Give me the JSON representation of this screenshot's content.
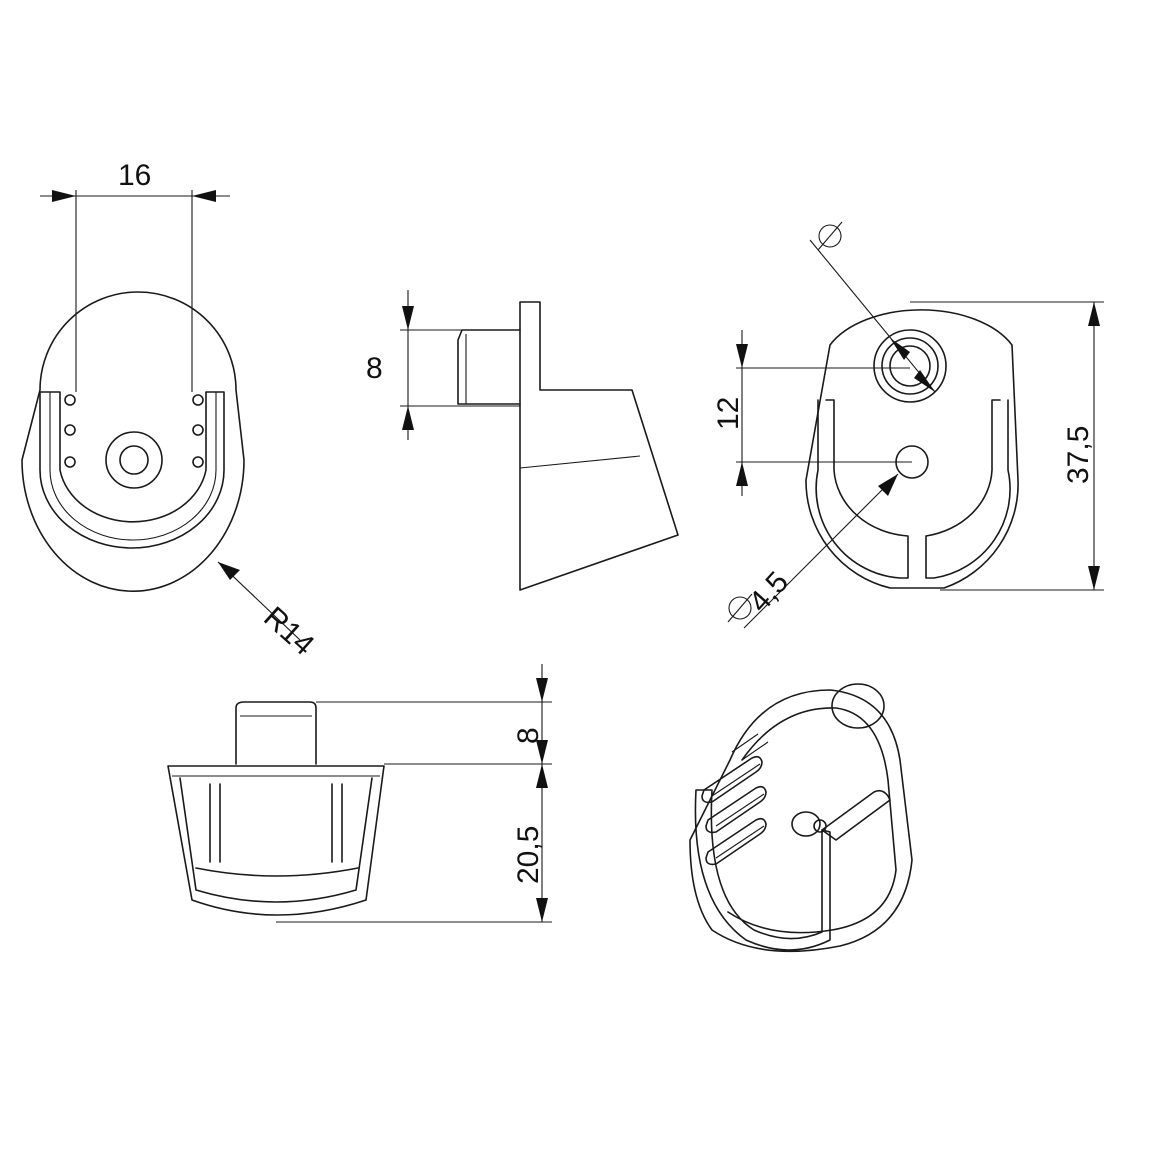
{
  "dimensions": {
    "top_view_width": "16",
    "top_view_radius": "R14",
    "side_view_stem": "8",
    "front_view_hole_spacing": "12",
    "front_view_height": "37,5",
    "front_view_hole_diameter": "4,5",
    "bottom_view_stem": "8",
    "bottom_view_body": "20,5"
  },
  "symbols": {
    "diameter_mark": "diameter-symbol"
  }
}
